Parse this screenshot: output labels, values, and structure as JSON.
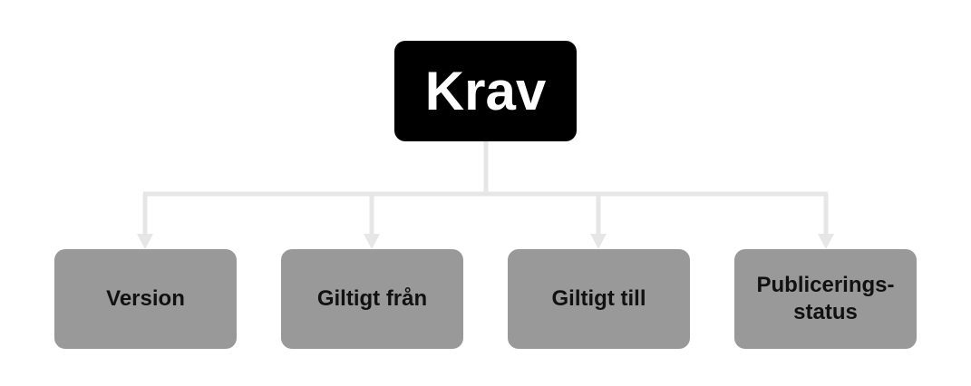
{
  "diagram": {
    "root": {
      "label": "Krav"
    },
    "children": [
      {
        "label": "Version"
      },
      {
        "label": "Giltigt från"
      },
      {
        "label": "Giltigt till"
      },
      {
        "label": "Publicerings-\nstatus"
      }
    ]
  },
  "colors": {
    "root_fill": "#000000",
    "root_text": "#ffffff",
    "child_fill": "#999999",
    "child_text": "#111111",
    "connector": "#e6e6e6"
  }
}
